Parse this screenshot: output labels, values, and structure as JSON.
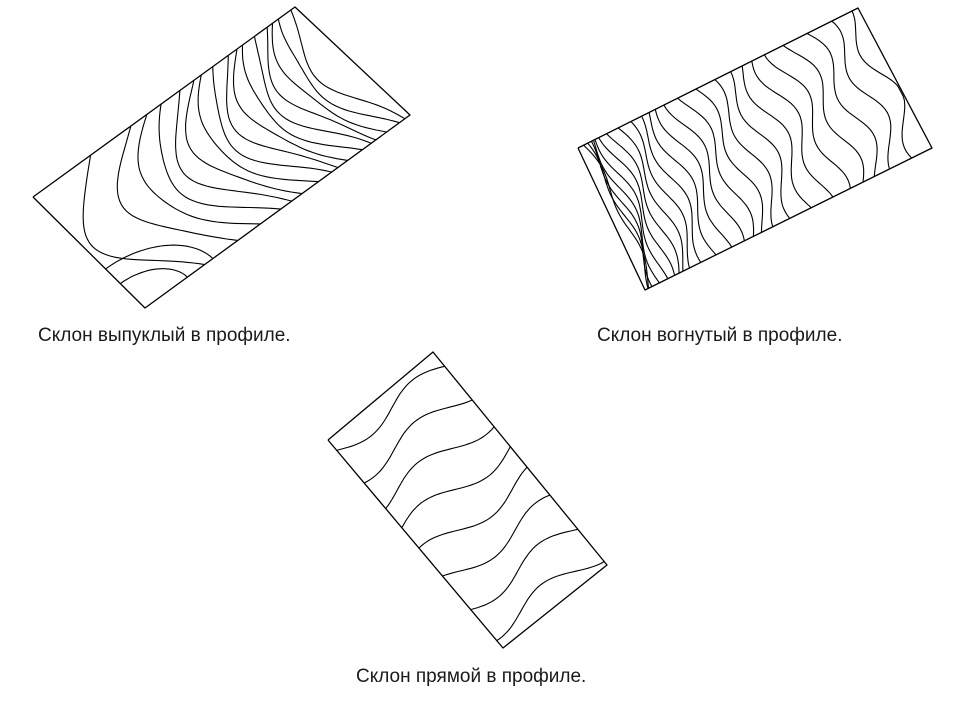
{
  "captions": {
    "convex": "Склон выпуклый в профиле.",
    "concave": "Склон вогнутый в профиле.",
    "straight": "Склон прямой в профиле."
  },
  "colors": {
    "line": "#000000",
    "background": "#ffffff",
    "text": "#1a1a1a"
  }
}
